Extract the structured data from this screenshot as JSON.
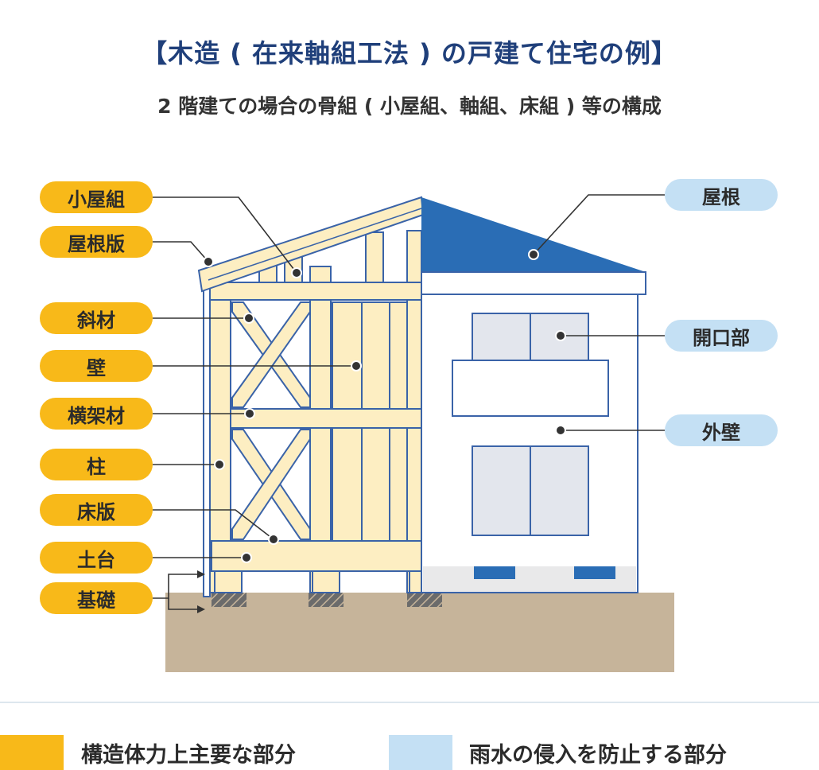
{
  "header": {
    "title": "【木造 ( 在来軸組工法 ) の戸建て住宅の例】",
    "subtitle": "2 階建ての場合の骨組 ( 小屋組、軸組、床組 ) 等の構成"
  },
  "labels": {
    "left": [
      "小屋組",
      "屋根版",
      "斜材",
      "壁",
      "横架材",
      "柱",
      "床版",
      "土台",
      "基礎"
    ],
    "right": [
      "屋根",
      "開口部",
      "外壁"
    ]
  },
  "legend": {
    "structural": "構造体力上主要な部分",
    "rainwater": "雨水の侵入を防止する部分"
  },
  "colors": {
    "structural": "#f8b919",
    "rainwater": "#c4e0f4",
    "title": "#1f3f7a",
    "roof": "#2a6db5",
    "frame_outline": "#3a63a8",
    "wood": "#fdeec2",
    "ground": "#c6b49a"
  }
}
